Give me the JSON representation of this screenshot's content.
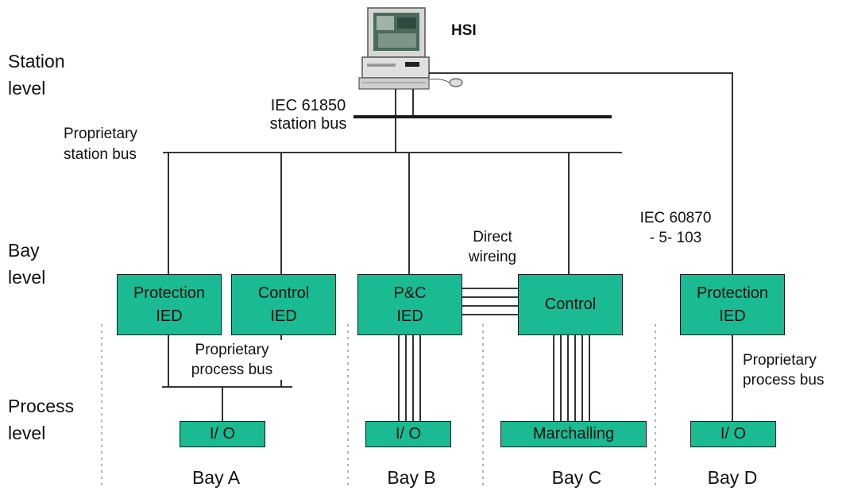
{
  "levels": {
    "station": "Station\nlevel",
    "bay": "Bay\nlevel",
    "process": "Process\nlevel"
  },
  "hsi_label": "HSI",
  "labels": {
    "iec61850": "IEC 61850\nstation bus",
    "proprietary_station_bus": "Proprietary\nstation bus",
    "iec60870": "IEC 60870\n- 5- 103",
    "direct_wiring": "Direct\nwireing",
    "proprietary_process_bus_a": "Proprietary\nprocess bus",
    "proprietary_process_bus_d": "Proprietary\nprocess bus"
  },
  "ieds": {
    "protection_a": "Protection\nIED",
    "control_a": "Control\nIED",
    "pc_b": "P&C\nIED",
    "control_c": "Control",
    "protection_d": "Protection\nIED"
  },
  "process_units": {
    "io_a": "I/ O",
    "io_b": "I/ O",
    "marshalling_c": "Marchalling",
    "io_d": "I/ O"
  },
  "bays": {
    "a": "Bay A",
    "b": "Bay B",
    "c": "Bay C",
    "d": "Bay D"
  },
  "colors": {
    "ied_fill": "#1aba93",
    "line": "#1b1b1b"
  }
}
